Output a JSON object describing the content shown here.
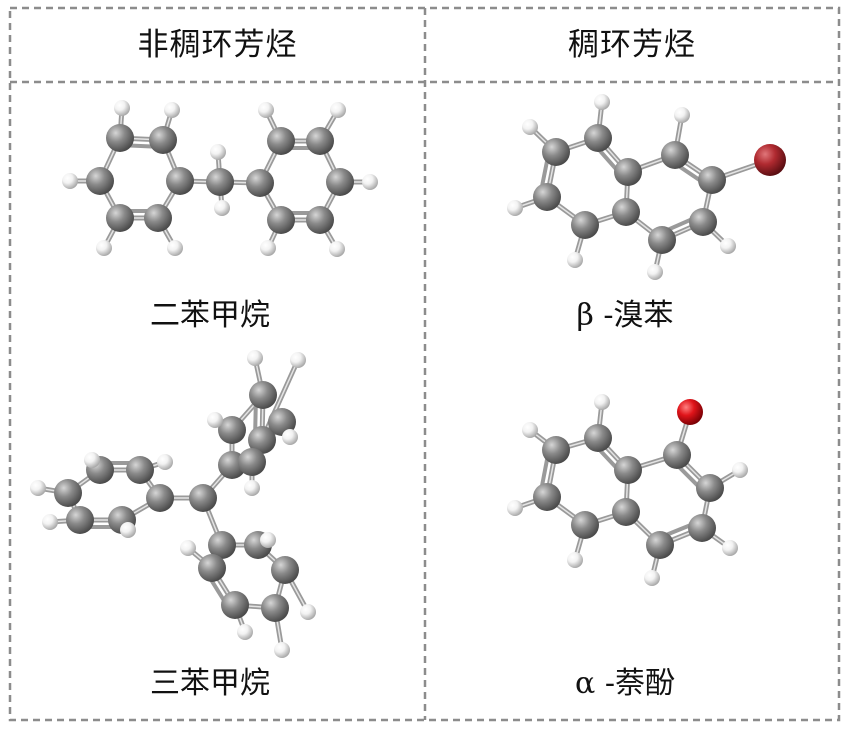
{
  "header": {
    "left": "非稠环芳烃",
    "right": "稠环芳烃"
  },
  "molecules": [
    {
      "key": "diphenylmethane",
      "label": "二苯甲烷"
    },
    {
      "key": "triphenylmethane",
      "label": "三苯甲烷"
    },
    {
      "key": "bromobenzene",
      "label": "β -溴苯"
    },
    {
      "key": "naphthol",
      "label": "α -萘酚"
    }
  ],
  "colors": {
    "carbon": "#8a8a8a",
    "hydrogen": "#f2f2f2",
    "bromine": "#b02a30",
    "oxygen": "#e0141a",
    "frame": "#8c8c8c"
  }
}
